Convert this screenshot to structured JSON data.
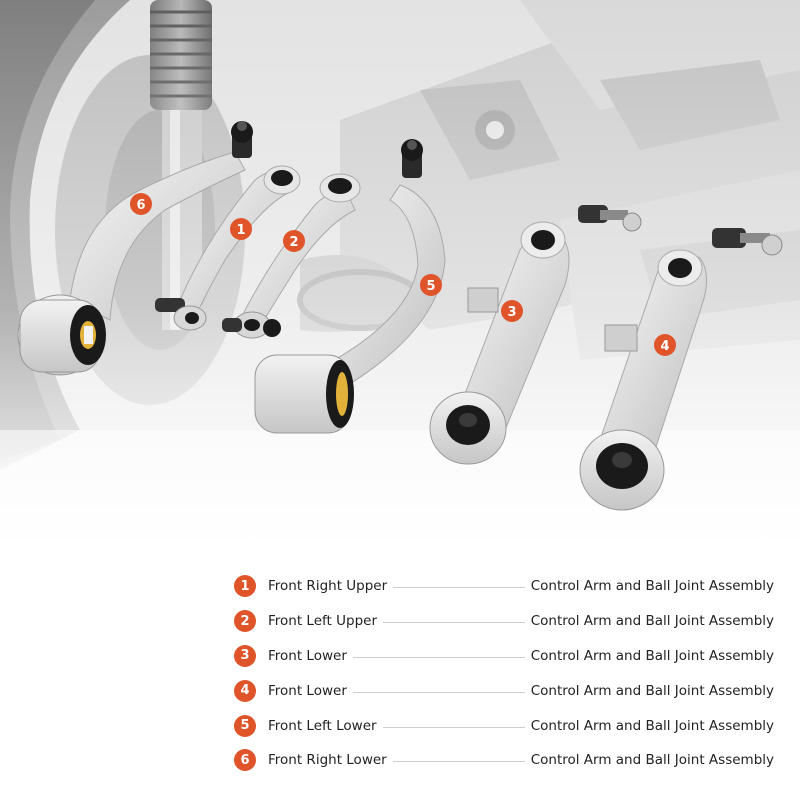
{
  "badges": [
    "1",
    "2",
    "3",
    "4",
    "5",
    "6"
  ],
  "legend": [
    {
      "number": "1",
      "label": "Front Right Upper",
      "description": "Control Arm and Ball Joint Assembly"
    },
    {
      "number": "2",
      "label": "Front Left Upper",
      "description": "Control Arm and Ball Joint Assembly"
    },
    {
      "number": "3",
      "label": "Front Lower",
      "description": "Control Arm and Ball Joint Assembly"
    },
    {
      "number": "4",
      "label": "Front Lower",
      "description": "Control Arm and Ball Joint Assembly"
    },
    {
      "number": "5",
      "label": "Front Left Lower",
      "description": "Control Arm and Ball Joint Assembly"
    },
    {
      "number": "6",
      "label": "Front Right Lower",
      "description": "Control Arm and Ball Joint Assembly"
    }
  ],
  "colors": {
    "badge": "#e0542a",
    "arm_metal": "#e4e4e4",
    "bushing": "#111111",
    "background_gray": "#d0d0d0"
  }
}
